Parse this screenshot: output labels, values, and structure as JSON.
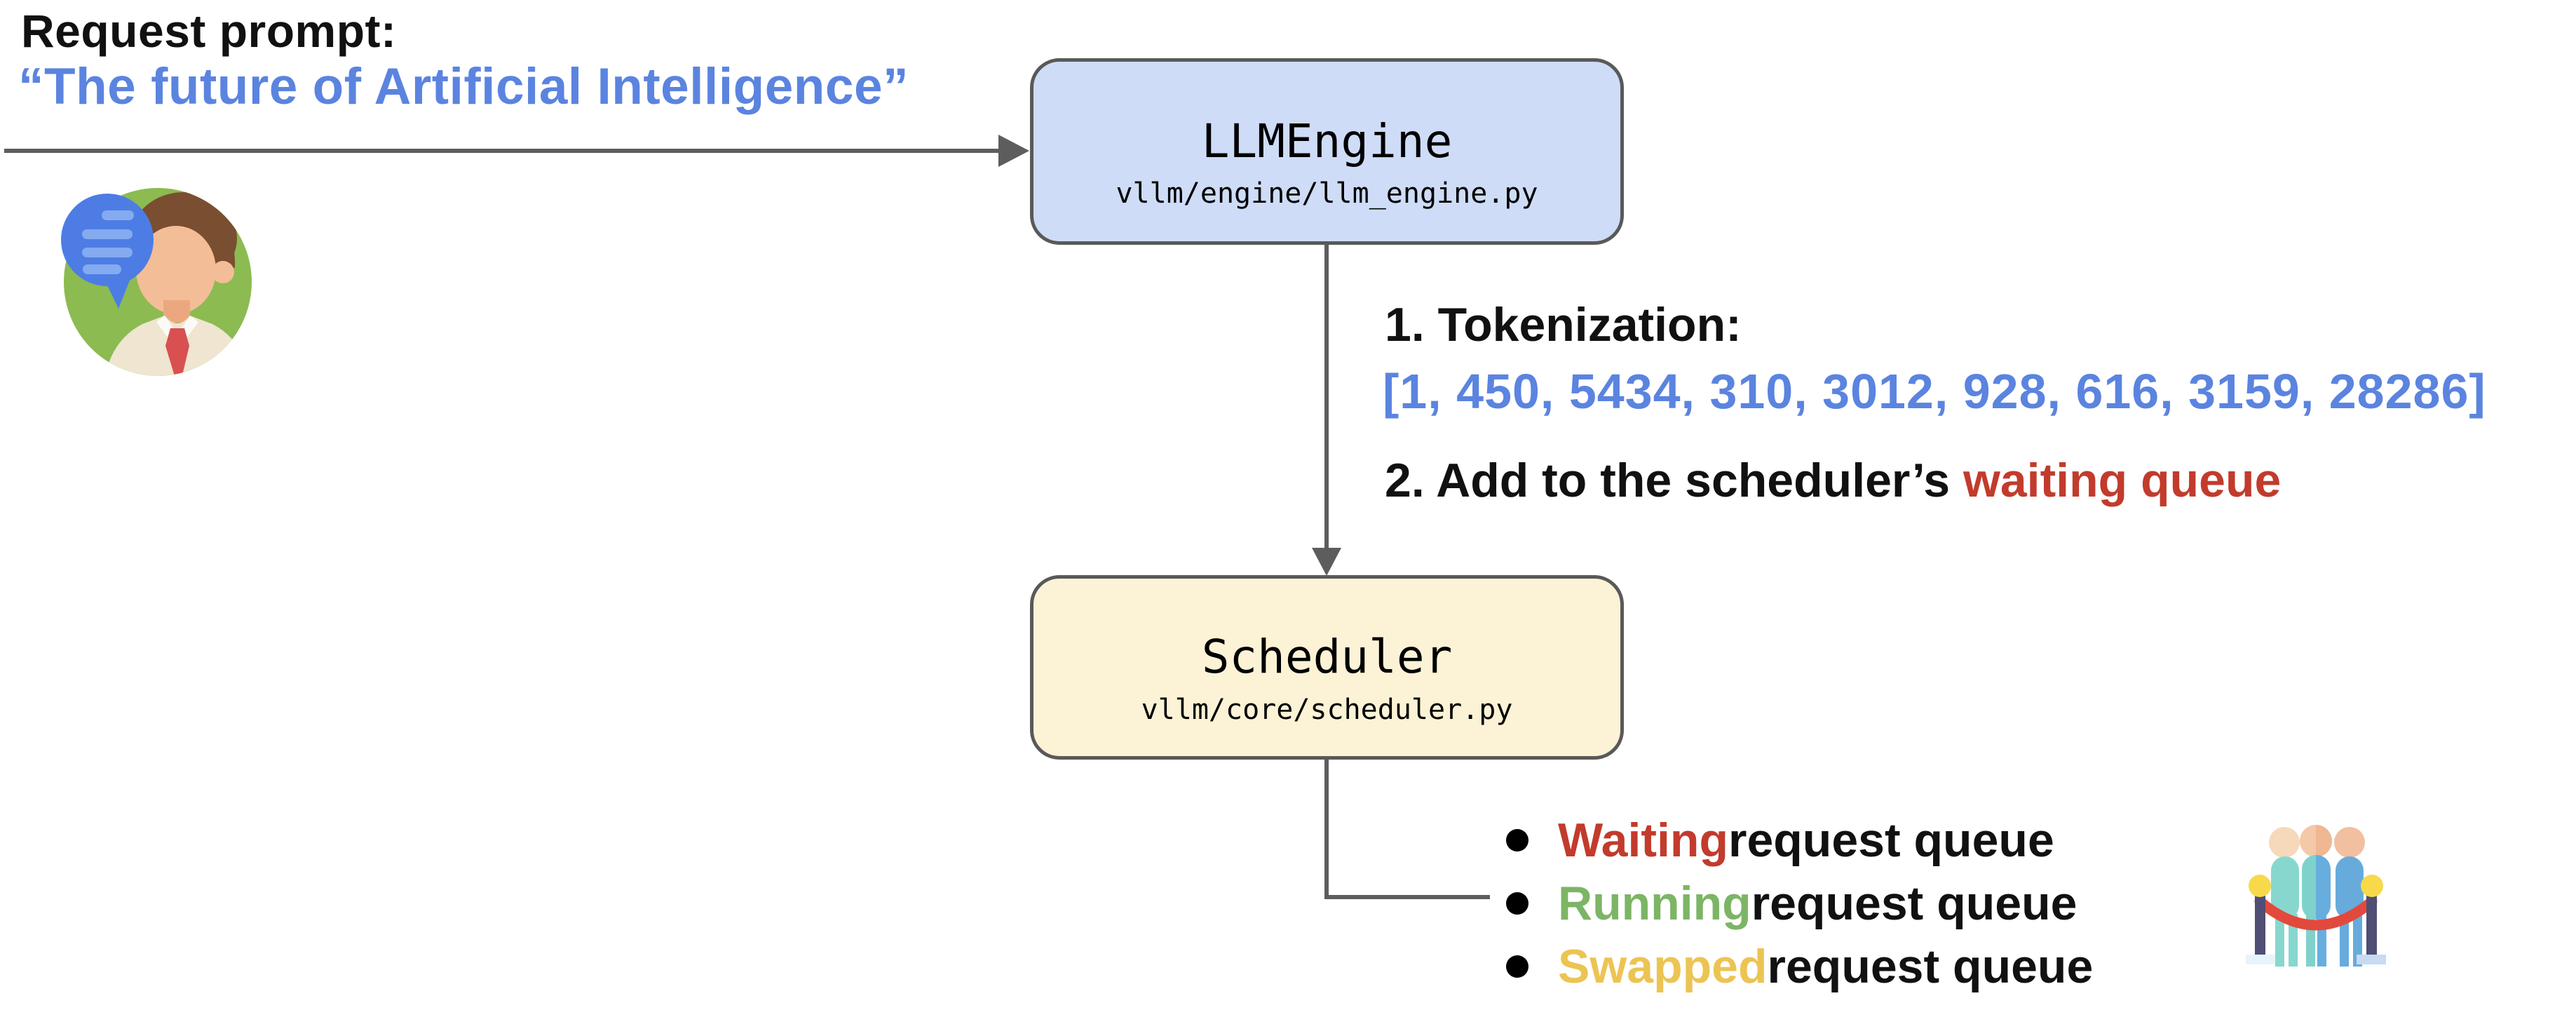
{
  "colors": {
    "blue-text": "#5b84e0",
    "red": "#c23b2c",
    "green": "#7cb565",
    "yellow": "#ecc453",
    "line-gray": "#5d5d5d",
    "node-border": "#595959",
    "node-blue-fill": "#cedcf7",
    "node-yellow-fill": "#fcf3d6",
    "text-black": "#111111"
  },
  "request": {
    "label": "Request prompt:",
    "prompt": "“The future of Artificial Intelligence”"
  },
  "nodes": {
    "llm_engine": {
      "title": "LLMEngine",
      "subtitle": "vllm/engine/llm_engine.py"
    },
    "scheduler": {
      "title": "Scheduler",
      "subtitle": "vllm/core/scheduler.py"
    }
  },
  "steps": {
    "step1_label": "1. Tokenization:",
    "step1_tokens": "[1, 450, 5434, 310, 3012, 928, 616, 3159, 28286]",
    "step2_prefix": "2. Add to the scheduler’s ",
    "step2_highlight": "waiting queue"
  },
  "queues": {
    "items": [
      {
        "highlight": "Waiting",
        "rest": " request queue"
      },
      {
        "highlight": "Running",
        "rest": " request queue"
      },
      {
        "highlight": "Swapped",
        "rest": " request queue"
      }
    ]
  },
  "icons": {
    "user_icon": "user-with-speech-bubble-icon",
    "queue_icon": "people-behind-rope-queue-icon"
  }
}
